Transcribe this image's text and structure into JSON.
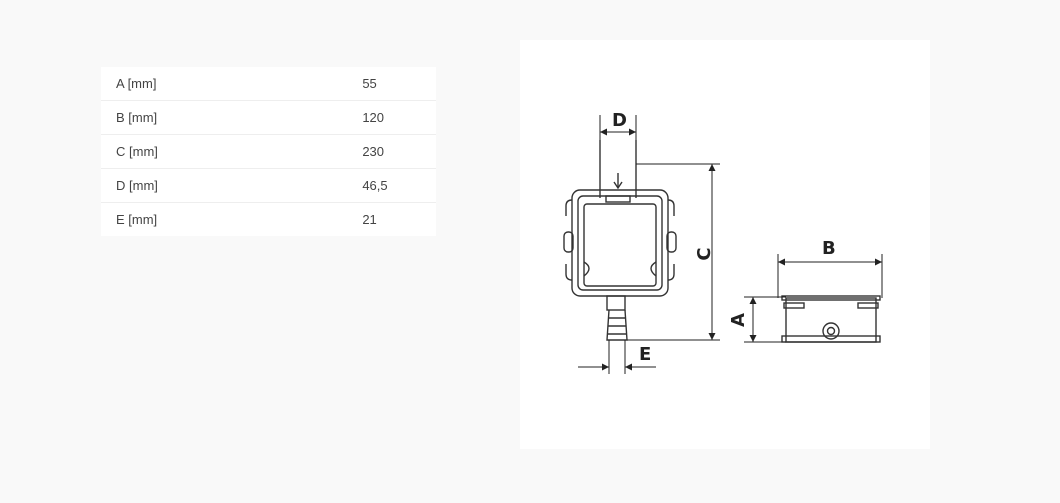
{
  "specs": [
    {
      "label": "A [mm]",
      "value": "55"
    },
    {
      "label": "B [mm]",
      "value": "120"
    },
    {
      "label": "C [mm]",
      "value": "230"
    },
    {
      "label": "D [mm]",
      "value": "46,5"
    },
    {
      "label": "E [mm]",
      "value": "21"
    }
  ],
  "drawing": {
    "dim_a": "A",
    "dim_b": "B",
    "dim_c": "C",
    "dim_d": "D",
    "dim_e": "E"
  }
}
